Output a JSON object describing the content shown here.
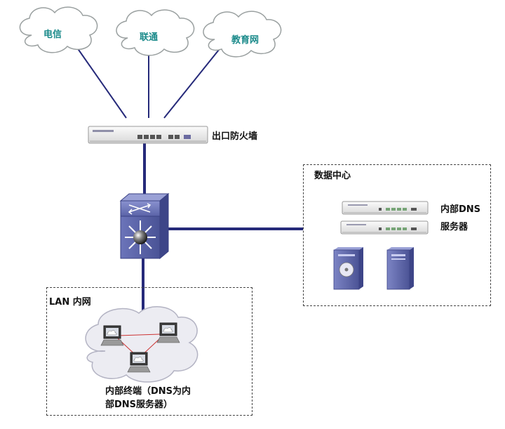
{
  "isps": [
    {
      "name": "电信"
    },
    {
      "name": "联通"
    },
    {
      "name": "教育网"
    }
  ],
  "firewall": {
    "label": "出口防火墙"
  },
  "datacenter": {
    "title": "数据中心",
    "dns_label_line1": "内部DNS",
    "dns_label_line2": "服务器"
  },
  "lan": {
    "title": "LAN 内网",
    "terminal_label_line1": "内部终端（DNS为内",
    "terminal_label_line2": "部DNS服务器）"
  },
  "colors": {
    "link": "#262a7a",
    "cloud_text": "#1a8a8a",
    "switch_body": "#5a63a8",
    "lan_link": "#cc3333"
  }
}
